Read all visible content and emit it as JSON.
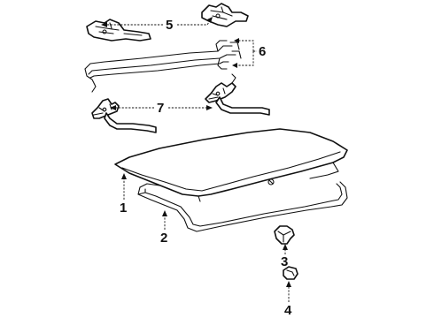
{
  "diagram": {
    "callouts": [
      {
        "id": "1",
        "label": "1"
      },
      {
        "id": "2",
        "label": "2"
      },
      {
        "id": "3",
        "label": "3"
      },
      {
        "id": "4",
        "label": "4"
      },
      {
        "id": "5",
        "label": "5"
      },
      {
        "id": "6",
        "label": "6"
      },
      {
        "id": "7",
        "label": "7"
      }
    ],
    "parts": [
      {
        "callout": "1",
        "icon": "trunk-lid-icon"
      },
      {
        "callout": "2",
        "icon": "weatherstrip-seal-icon"
      },
      {
        "callout": "3",
        "icon": "bumper-stop-icon"
      },
      {
        "callout": "4",
        "icon": "bumper-cushion-icon"
      },
      {
        "callout": "5",
        "icon": "hinge-bracket-icon"
      },
      {
        "callout": "6",
        "icon": "torsion-bar-icon"
      },
      {
        "callout": "7",
        "icon": "hinge-arm-icon"
      }
    ],
    "colors": {
      "line": "#111111",
      "background": "#ffffff"
    }
  }
}
